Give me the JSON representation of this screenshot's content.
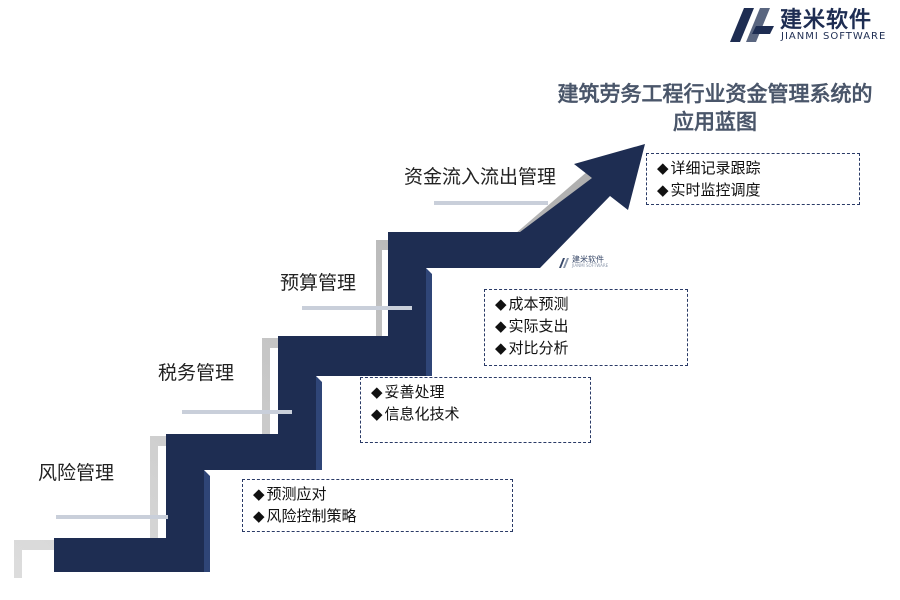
{
  "logo": {
    "name": "建米软件",
    "sub": "JIANMI SOFTWARE"
  },
  "title": {
    "line1": "建筑劳务工程行业资金管理系统的",
    "line2": "应用蓝图"
  },
  "steps": [
    {
      "label": "风险管理",
      "items": [
        "预测应对",
        "风险控制策略"
      ]
    },
    {
      "label": "税务管理",
      "items": [
        "妥善处理",
        "信息化技术"
      ]
    },
    {
      "label": "预算管理",
      "items": [
        "成本预测",
        "实际支出",
        "对比分析"
      ]
    },
    {
      "label": "资金流入流出管理",
      "items": [
        "详细记录跟踪",
        "实时监控调度"
      ]
    }
  ],
  "watermark": {
    "name": "建米软件",
    "sub": "JIANMI SOFTWARE"
  },
  "colors": {
    "stair": "#1e2d52",
    "stair_edge": "#2f4577",
    "shadow": "#c4c4c4",
    "underline": "#c9cfda"
  }
}
